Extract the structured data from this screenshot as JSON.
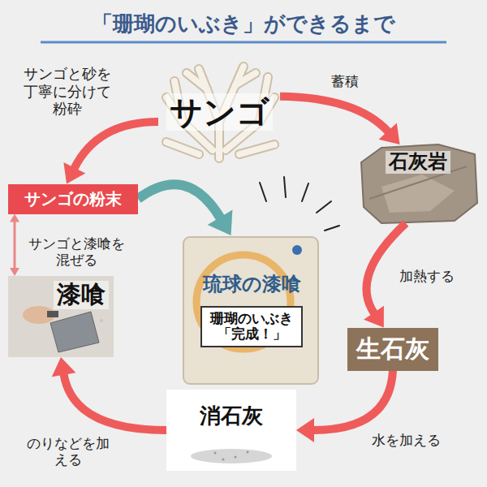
{
  "diagram": {
    "title": "「珊瑚のいぶき」ができるまで",
    "nodes": [
      {
        "text": [
          "サンゴ"
        ]
      },
      {
        "text": [
          "石灰岩"
        ]
      },
      {
        "text": [
          "生石灰"
        ]
      },
      {
        "text": [
          "消石灰"
        ]
      },
      {
        "text": [
          "漆喰"
        ]
      },
      {
        "text": [
          "サンゴの粉末"
        ]
      },
      {
        "text": [
          "琉球の漆喰",
          "珊瑚のいぶき 「完成！」"
        ]
      }
    ],
    "edges": [
      {
        "from": 0,
        "to": 1,
        "arrow": "to",
        "label": "蓄積"
      },
      {
        "from": 1,
        "to": 2,
        "arrow": "to",
        "label": "加熱する"
      },
      {
        "from": 2,
        "to": 3,
        "arrow": "to",
        "label": "水を加える"
      },
      {
        "from": 3,
        "to": 4,
        "arrow": "to",
        "label": "のりなどを加える"
      },
      {
        "from": 0,
        "to": 5,
        "arrow": "to",
        "label": "サンゴと砂を丁寧に分けて粉砕"
      },
      {
        "from": 5,
        "to": 4,
        "arrow": "both",
        "label": "サンゴと漆喰を混ぜる"
      },
      {
        "from": 5,
        "to": 6,
        "arrow": "to"
      }
    ]
  }
}
